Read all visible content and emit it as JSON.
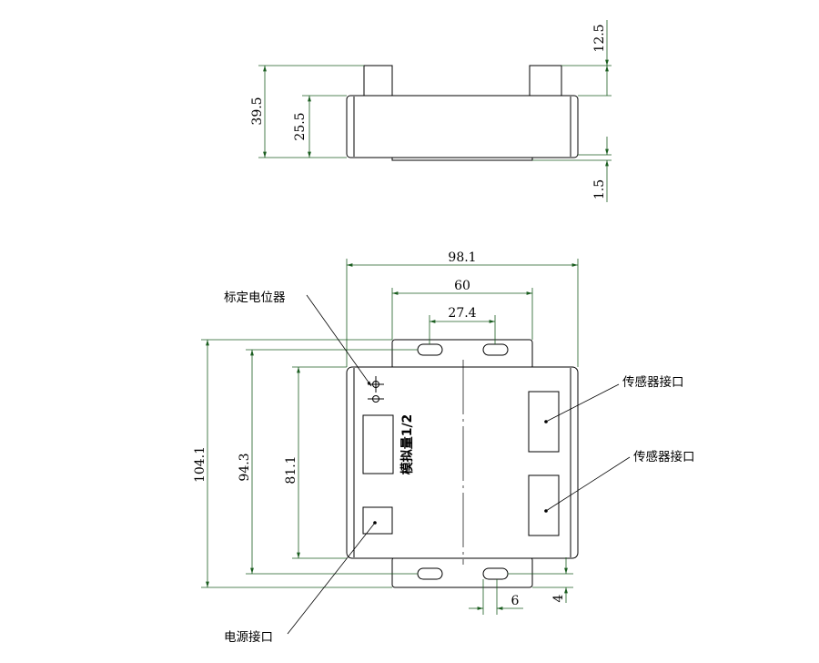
{
  "side_view": {
    "dims": {
      "top_tab_height": "12.5",
      "overall_height": "39.5",
      "body_height": "25.5",
      "bottom_offset": "1.5"
    }
  },
  "plan_view": {
    "dims": {
      "overall_width": "98.1",
      "tab_width": "60",
      "slot_spacing": "27.4",
      "overall_length": "104.1",
      "slot_to_slot_length": "94.3",
      "body_length": "81.1",
      "slot_width": "6",
      "tab_offset": "4"
    },
    "labels": {
      "potentiometer": "标定电位器",
      "sensor_port_1": "传感器接口",
      "sensor_port_2": "传感器接口",
      "power_port": "电源接口",
      "board_name": "模拟量1/2"
    }
  }
}
